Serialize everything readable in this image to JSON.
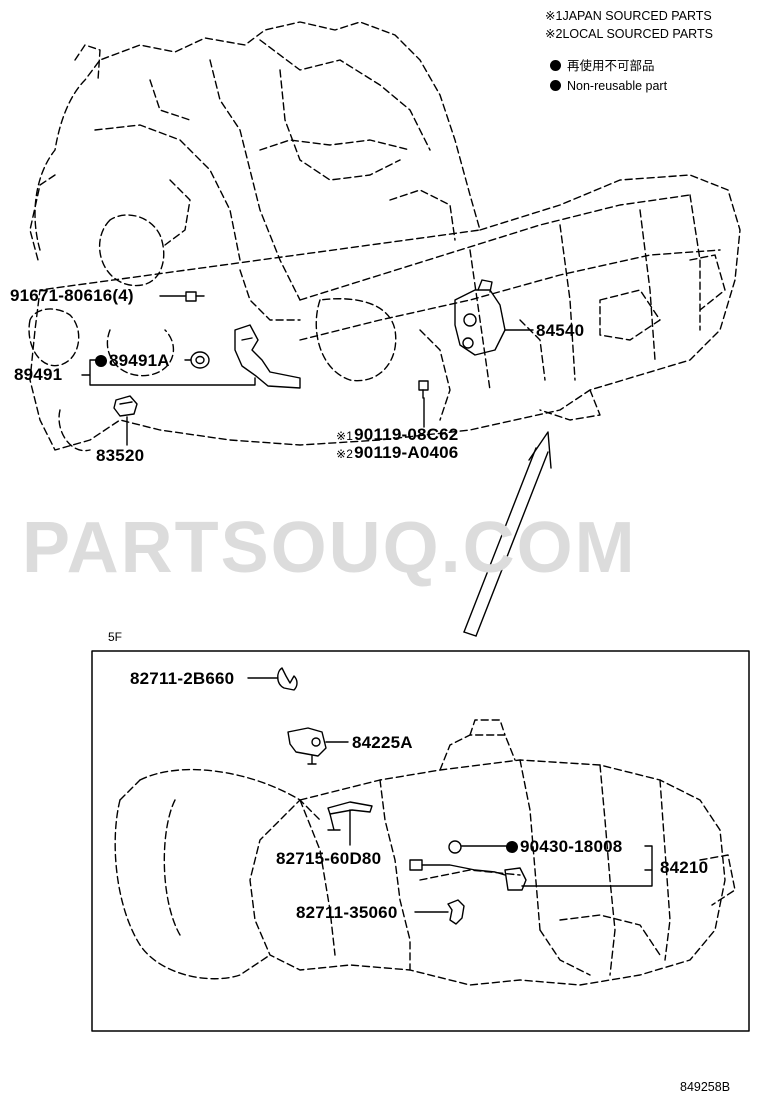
{
  "notes": {
    "japan_mark": "※1",
    "japan_text": "JAPAN SOURCED PARTS",
    "local_mark": "※2",
    "local_text": "LOCAL SOURCED PARTS",
    "nonreusable_jp": "再使用不可部品",
    "nonreusable_en": "Non-reusable part"
  },
  "watermark": "PARTSOUQ.COM",
  "variant_label": "5F",
  "figure_number": "849258B",
  "parts": {
    "p91671": "91671-80616(4)",
    "p89491": "89491",
    "p89491A": "89491A",
    "p83520": "83520",
    "p84540": "84540",
    "ref1": "※1",
    "p90119_08C62": "90119-08C62",
    "ref2": "※2",
    "p90119_A0406": "90119-A0406",
    "p82711_2B660": "82711-2B660",
    "p84225A": "84225A",
    "p82715_60D80": "82715-60D80",
    "p90430_18008": "90430-18008",
    "p84210": "84210",
    "p82711_35060": "82711-35060"
  }
}
